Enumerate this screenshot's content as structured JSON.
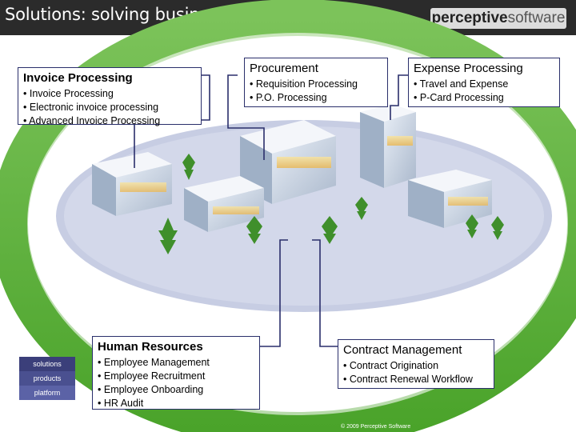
{
  "title": "Solutions: solving business process challenges",
  "logo": {
    "main": "perceptive",
    "suffix": "software"
  },
  "boxes": {
    "invoice": {
      "title": "Invoice Processing",
      "items": [
        "Invoice Processing",
        "Electronic invoice processing",
        "Advanced Invoice Processing"
      ]
    },
    "procurement": {
      "title": "Procurement",
      "items": [
        "Requisition Processing",
        "P.O. Processing"
      ]
    },
    "expense": {
      "title": "Expense Processing",
      "items": [
        "Travel and Expense",
        "P-Card Processing"
      ]
    },
    "hr": {
      "title": "Human Resources",
      "items": [
        "Employee Management",
        "Employee Recruitment",
        "Employee Onboarding",
        "HR Audit"
      ]
    },
    "contract": {
      "title": "Contract Management",
      "items": [
        "Contract Origination",
        "Contract Renewal Workflow"
      ]
    }
  },
  "stack": [
    "solutions",
    "products",
    "platform"
  ],
  "footer": "© 2009 Perceptive Software",
  "colors": {
    "ring": "#5cb13a",
    "header": "#2b2b2b",
    "connector": "#2a2f6b"
  }
}
